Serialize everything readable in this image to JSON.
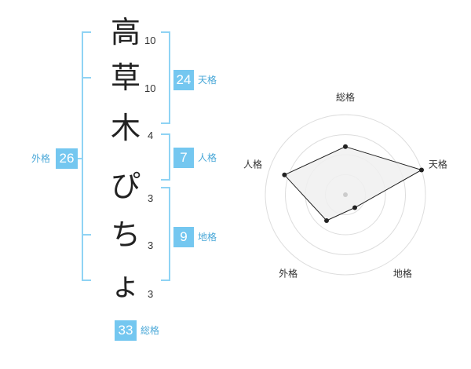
{
  "name": {
    "characters": [
      {
        "char": "高",
        "strokes": "10"
      },
      {
        "char": "草",
        "strokes": "10"
      },
      {
        "char": "木",
        "strokes": "4"
      },
      {
        "char": "ぴ",
        "strokes": "3"
      },
      {
        "char": "ち",
        "strokes": "3"
      },
      {
        "char": "ょ",
        "strokes": "3"
      }
    ]
  },
  "kakusu": {
    "tenkaku": {
      "value": "24",
      "label": "天格"
    },
    "jinkaku": {
      "value": "7",
      "label": "人格"
    },
    "chikaku": {
      "value": "9",
      "label": "地格"
    },
    "gaikaku": {
      "value": "26",
      "label": "外格"
    },
    "soukaku": {
      "value": "33",
      "label": "総格"
    }
  },
  "colors": {
    "badge": "#74c7f0",
    "bracket": "#8fd3f4",
    "label": "#4aa8d8",
    "radar_fill": "#f0f0f0",
    "radar_line": "#222222"
  },
  "chart_data": {
    "type": "radar",
    "axes": [
      "総格",
      "天格",
      "地格",
      "外格",
      "人格"
    ],
    "values": [
      3,
      5,
      1,
      2,
      4
    ],
    "rmax": 5,
    "rings": 4
  }
}
